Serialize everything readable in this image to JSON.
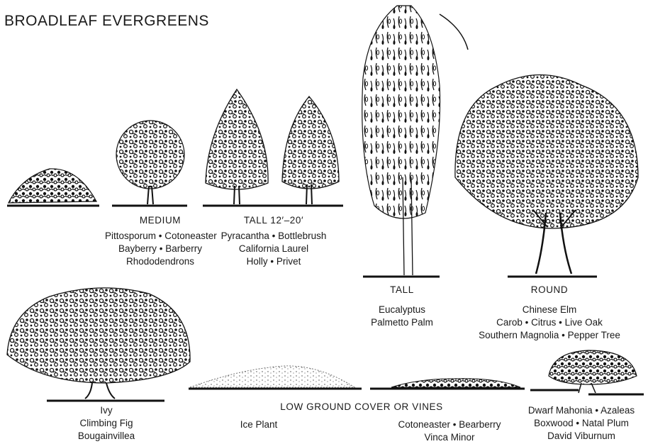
{
  "title": "BROADLEAF EVERGREENS",
  "groups": {
    "medium": {
      "heading": "MEDIUM",
      "lines": [
        "Pittosporum • Cotoneaster",
        "Bayberry • Barberry",
        "Rhododendrons"
      ]
    },
    "tall_12_20": {
      "heading": "TALL 12′–20′",
      "lines": [
        "Pyracantha • Bottlebrush",
        "California Laurel",
        "Holly • Privet"
      ]
    },
    "tall": {
      "heading": "TALL",
      "lines": [
        "Eucalyptus",
        "Palmetto Palm"
      ]
    },
    "round": {
      "heading": "ROUND",
      "lines": [
        "Chinese Elm",
        "Carob • Citrus • Live Oak",
        "Southern Magnolia • Pepper Tree"
      ]
    },
    "low_ground_cover": {
      "heading": "LOW GROUND COVER OR VINES",
      "vines": [
        "Ivy",
        "Climbing Fig",
        "Bougainvillea"
      ],
      "ice": [
        "Ice Plant"
      ],
      "cotoneaster": [
        "Cotoneaster • Bearberry",
        "Vinca Minor"
      ],
      "dwarf": [
        "Dwarf Mahonia • Azaleas",
        "Boxwood • Natal Plum",
        "David Viburnum"
      ]
    }
  }
}
